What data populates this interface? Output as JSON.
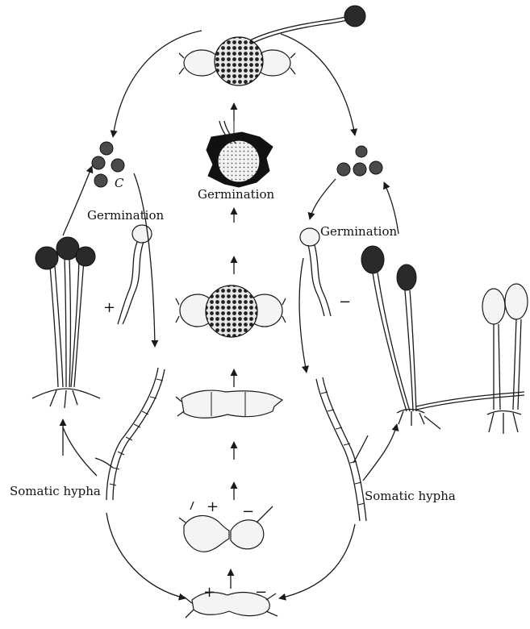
{
  "labels": {
    "germination_center": "Germination",
    "germination_left": "Germination",
    "germination_right": "Germination",
    "somatic_hypha_left": "Somatic hypha",
    "somatic_hypha_right": "Somatic hypha",
    "spore_letter": "C",
    "plus_left": "+",
    "minus_right": "−",
    "plus_gametangia": "+",
    "minus_gametangia": "−",
    "plus_bottom": "+",
    "minus_bottom": "−"
  },
  "colors": {
    "ink": "#1a1a1a",
    "background": "#ffffff",
    "sporangium_fill": "#2a2a2a"
  }
}
